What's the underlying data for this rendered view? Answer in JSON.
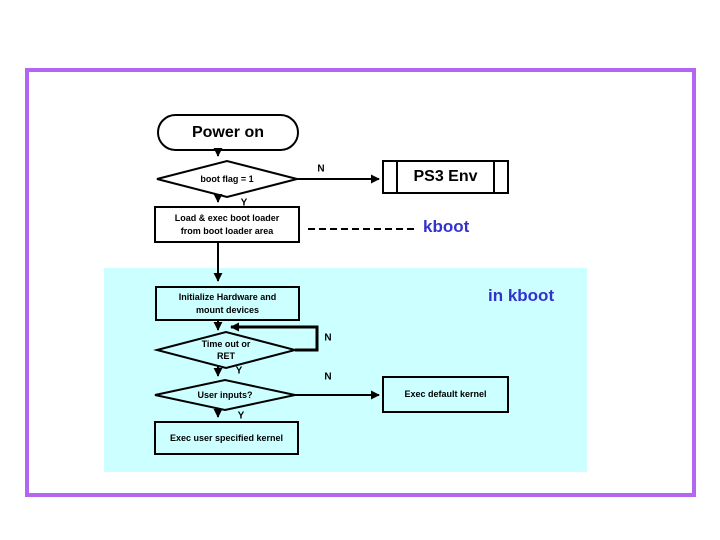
{
  "colors": {
    "frame_border": "#b266f2",
    "region_bg": "#ccffff",
    "accent_text": "#3333cc",
    "stroke": "#000000",
    "page_bg": "#ffffff"
  },
  "nodes": {
    "power_on": {
      "label": "Power on"
    },
    "boot_flag": {
      "label": "boot flag = 1"
    },
    "ps3_env": {
      "label": "PS3 Env"
    },
    "load_boot_loader": {
      "line1": "Load & exec boot loader",
      "line2": "from boot loader area"
    },
    "init_hardware": {
      "line1": "Initialize Hardware and",
      "line2": "mount devices"
    },
    "time_out": {
      "line1": "Time out or",
      "line2": "RET"
    },
    "user_inputs": {
      "label": "User inputs?"
    },
    "exec_default": {
      "label": "Exec default kernel"
    },
    "exec_user": {
      "label": "Exec user specified kernel"
    }
  },
  "annotations": {
    "kboot": "kboot",
    "in_kboot": "in kboot"
  },
  "edge_labels": {
    "boot_flag_no": "N",
    "boot_flag_yes": "Y",
    "time_out_no": "N",
    "time_out_yes": "Y",
    "user_inputs_no": "N",
    "user_inputs_yes": "Y"
  }
}
